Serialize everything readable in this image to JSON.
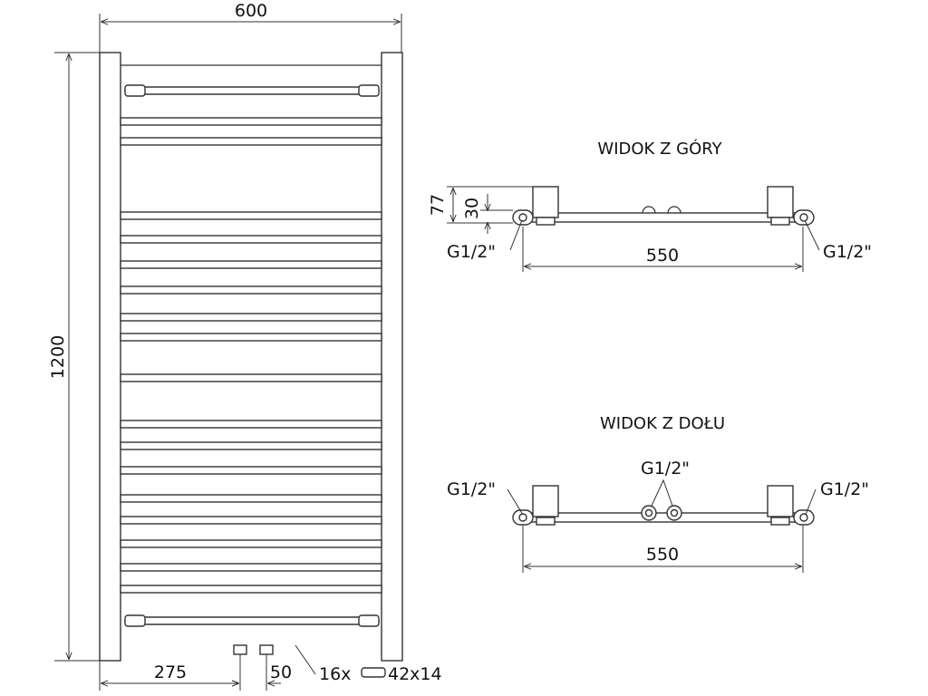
{
  "front_view": {
    "width_label": "600",
    "height_label": "1200",
    "offset_label": "275",
    "spacing_label": "50",
    "bars_prefix": "16x",
    "bars_size": "42x14"
  },
  "top_view": {
    "title": "WIDOK Z GÓRY",
    "depth_total_label": "77",
    "depth_pipe_label": "30",
    "left_connection": "G1/2\"",
    "right_connection": "G1/2\"",
    "span_label": "550"
  },
  "bottom_view": {
    "title": "WIDOK Z DOŁU",
    "left_connection": "G1/2\"",
    "center_connection": "G1/2\"",
    "right_connection": "G1/2\"",
    "span_label": "550"
  }
}
